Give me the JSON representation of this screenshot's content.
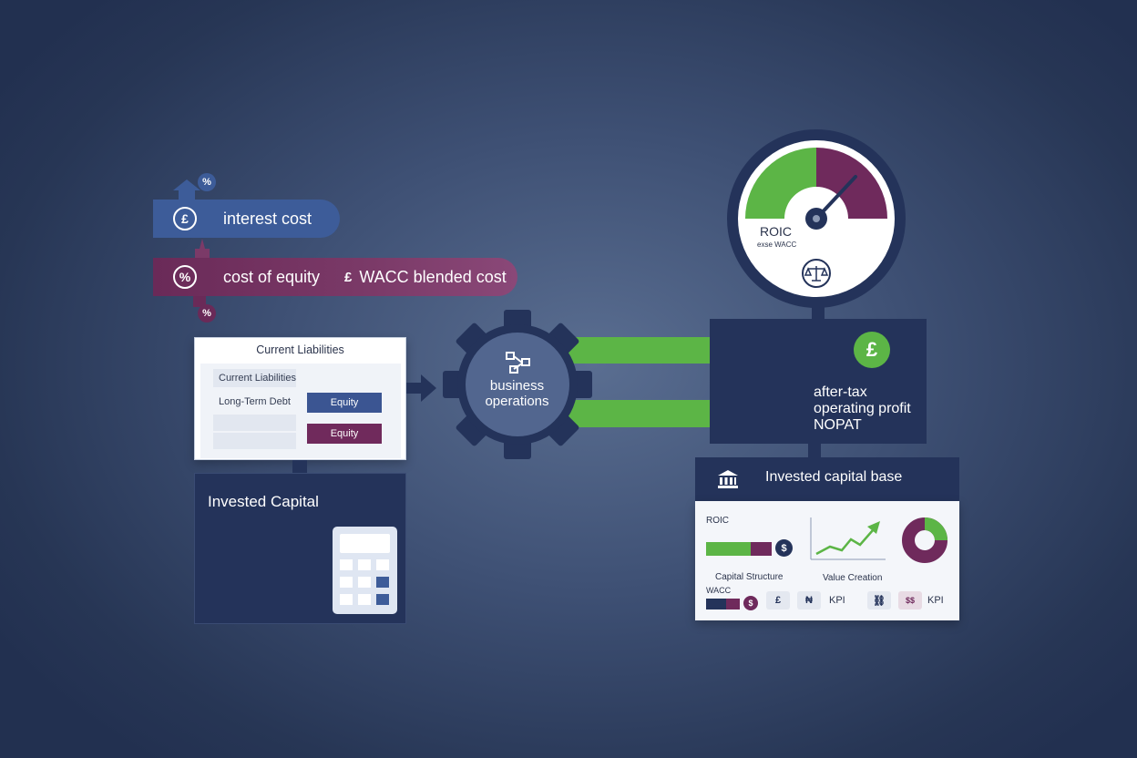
{
  "costs": {
    "interest_label": "interest cost",
    "interest_icon": "pound-coin-icon",
    "interest_icon_glyph": "£",
    "equity_label": "cost of equity",
    "equity_icon": "percent-coin-icon",
    "equity_icon_glyph": "%",
    "wacc_glyph": "£",
    "wacc_label": "WACC blended cost",
    "badge_top": "%",
    "badge_bottom": "%"
  },
  "balance_sheet": {
    "title": "Current Liabilities",
    "row1": "Current Liabilities",
    "row2": "Long-Term Debt",
    "equity_1": "Equity",
    "equity_2": "Equity",
    "equity_1_color": "#3b5592",
    "equity_2_color": "#702a5c"
  },
  "invested_capital": {
    "title": "Invested Capital",
    "calculator_icon": "calculator-icon"
  },
  "operations": {
    "line1": "business",
    "line2": "operations",
    "icon": "workflow-icon"
  },
  "gauge": {
    "label": "ROIC",
    "sublabel": "exse WACC",
    "icon": "balance-scale-icon",
    "green_color": "#5cb546",
    "purple_color": "#6f2a5c"
  },
  "nopat": {
    "line1": "after-tax",
    "line2": "operating profit",
    "line3": "NOPAT",
    "pound_glyph": "£"
  },
  "dashboard": {
    "title": "Invested capital base",
    "title_icon": "bank-icon",
    "roic_label": "ROIC",
    "dollar_glyph": "$",
    "capital_structure_label": "Capital Structure",
    "value_creation_label": "Value Creation",
    "wacc_label": "WACC",
    "chip_1": "£",
    "chip_2": "₦",
    "kpi_1": "KPI",
    "chip_3": "⛓",
    "chip_4": "$$",
    "kpi_2": "KPI"
  },
  "colors": {
    "navy": "#24335a",
    "green": "#5cb546",
    "purple": "#6f2a5c",
    "blue": "#3d5c99"
  }
}
